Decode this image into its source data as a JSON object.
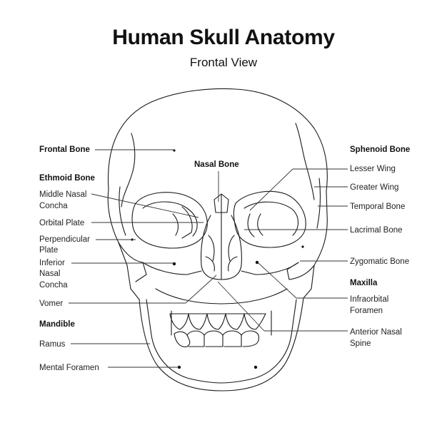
{
  "title": "Human Skull Anatomy",
  "subtitle": "Frontal View",
  "left_labels": {
    "frontal_bone": "Frontal Bone",
    "ethmoid_bone": "Ethmoid Bone",
    "middle_nasal_concha": [
      "Middle Nasal",
      "Concha"
    ],
    "orbital_plate": "Orbital Plate",
    "perpendicular_plate": [
      "Perpendicular",
      "Plate"
    ],
    "inferior_nasal_concha": [
      "Inferior",
      "Nasal",
      "Concha"
    ],
    "vomer": "Vomer",
    "mandible": "Mandible",
    "ramus": "Ramus",
    "mental_foramen": "Mental Foramen"
  },
  "center_labels": {
    "nasal_bone": "Nasal Bone"
  },
  "right_labels": {
    "sphenoid_bone": "Sphenoid Bone",
    "lesser_wing": "Lesser Wing",
    "greater_wing": "Greater Wing",
    "temporal_bone": "Temporal Bone",
    "lacrimal_bone": "Lacrimal Bone",
    "zygomatic_bone": "Zygomatic Bone",
    "maxilla": "Maxilla",
    "infraorbital_foramen": [
      "Infraorbital",
      "Foramen"
    ],
    "anterior_nasal_spine": [
      "Anterior Nasal",
      "Spine"
    ]
  }
}
